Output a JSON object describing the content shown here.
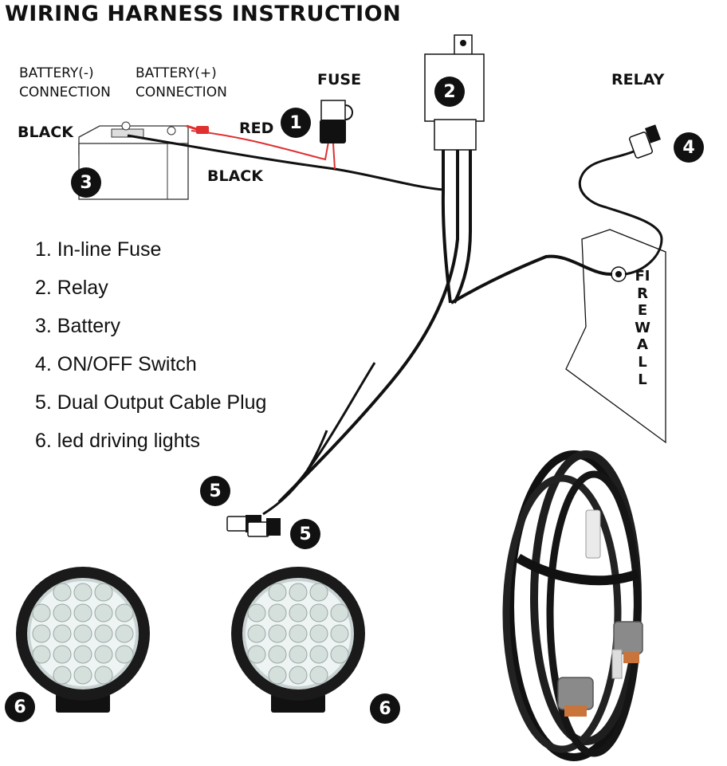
{
  "title": "WIRING HARNESS INSTRUCTION",
  "labels": {
    "battery_neg_line1": "BATTERY(-)",
    "battery_neg_line2": "CONNECTION",
    "battery_pos_line1": "BATTERY(+)",
    "battery_pos_line2": "CONNECTION",
    "fuse": "FUSE",
    "relay": "RELAY",
    "red": "RED",
    "black_top": "BLACK",
    "black_wire": "BLACK",
    "firewall": "FIREWALL"
  },
  "badges": {
    "fuse": "1",
    "relay": "2",
    "battery": "3",
    "switch": "4",
    "plug_a": "5",
    "plug_b": "5",
    "light_left": "6",
    "light_right": "6"
  },
  "legend": [
    "1. In-line Fuse",
    "2. Relay",
    "3. Battery",
    "4. ON/OFF Switch",
    "5. Dual Output Cable Plug",
    "6. led driving lights"
  ],
  "colors": {
    "wire_black": "#111111",
    "wire_red": "#e03030",
    "badge_bg": "#111111",
    "lamp_body": "#1a1a1a",
    "led": "#dfe8e8",
    "connector_orange": "#c8743a"
  }
}
